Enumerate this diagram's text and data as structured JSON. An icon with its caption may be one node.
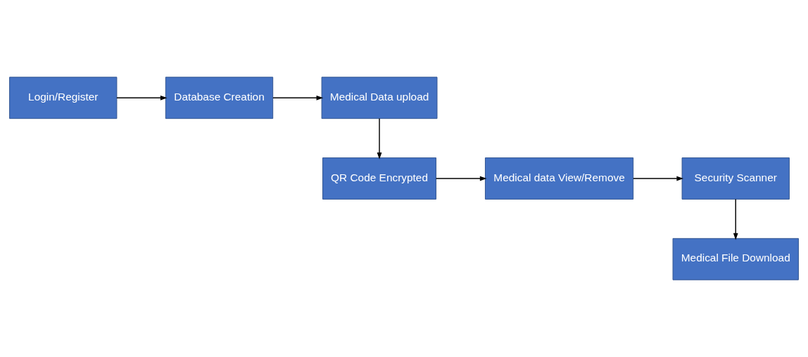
{
  "diagram": {
    "nodes": [
      {
        "text": [
          "Login/Register"
        ]
      },
      {
        "text": [
          "Database Creation"
        ]
      },
      {
        "text": [
          "Medical Data upload"
        ]
      },
      {
        "text": [
          "QR Code Encrypted"
        ]
      },
      {
        "text": [
          "Medical data View/Remove"
        ]
      },
      {
        "text": [
          "Security Scanner"
        ]
      },
      {
        "text": [
          "Medical File Download"
        ]
      }
    ],
    "edges": [
      {
        "from": 0,
        "to": 1,
        "arrow": "to"
      },
      {
        "from": 1,
        "to": 2,
        "arrow": "to"
      },
      {
        "from": 2,
        "to": 3,
        "arrow": "to"
      },
      {
        "from": 3,
        "to": 4,
        "arrow": "to"
      },
      {
        "from": 4,
        "to": 5,
        "arrow": "to"
      },
      {
        "from": 5,
        "to": 6,
        "arrow": "to"
      }
    ]
  }
}
